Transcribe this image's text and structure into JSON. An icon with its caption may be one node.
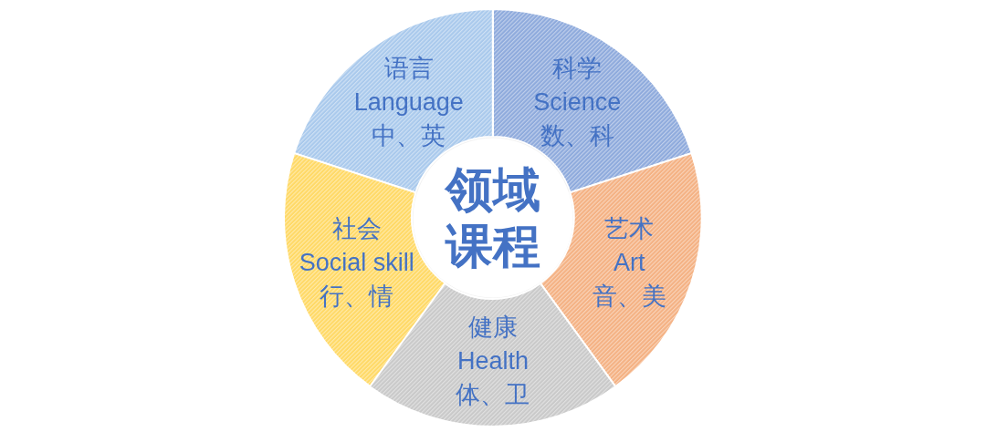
{
  "diagram": {
    "nodes": [
      {
        "text": [
          "语言",
          "Language",
          "中、英"
        ]
      },
      {
        "text": [
          "科学",
          "Science",
          "数、科"
        ]
      },
      {
        "text": [
          "领域课程"
        ]
      },
      {
        "text": [
          "社会",
          "Social skill",
          "行、情"
        ]
      },
      {
        "text": [
          "艺术",
          "Art",
          "音、美"
        ]
      },
      {
        "text": [
          "健康",
          "Health",
          "体、卫"
        ]
      }
    ]
  }
}
